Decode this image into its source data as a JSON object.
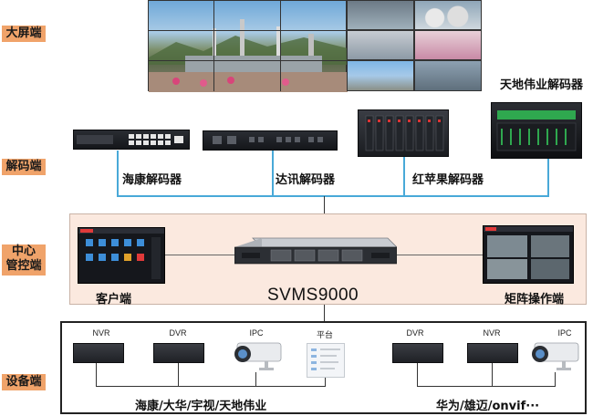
{
  "tiers": {
    "display": "大屏端",
    "decode": "解码端",
    "center_line1": "中心",
    "center_line2": "管控端",
    "device": "设备端"
  },
  "decoders": {
    "hikvision": "海康解码器",
    "daxun": "达讯解码器",
    "hongpingguo": "红苹果解码器",
    "tiandi": "天地伟业解码器"
  },
  "center": {
    "client": "客户端",
    "server": "SVMS9000",
    "matrix": "矩阵操作端"
  },
  "devices": {
    "left": {
      "nvr": "NVR",
      "dvr": "DVR",
      "ipc": "IPC",
      "platform": "平台",
      "brands": "海康/大华/宇视/天地伟业"
    },
    "right": {
      "dvr": "DVR",
      "nvr": "NVR",
      "ipc": "IPC",
      "brands": "华为/雄迈/onvif···"
    }
  },
  "colors": {
    "tier_label_bg": "#f0a36a",
    "connector_blue": "#49a9d8",
    "center_bg": "#fbe9df"
  }
}
